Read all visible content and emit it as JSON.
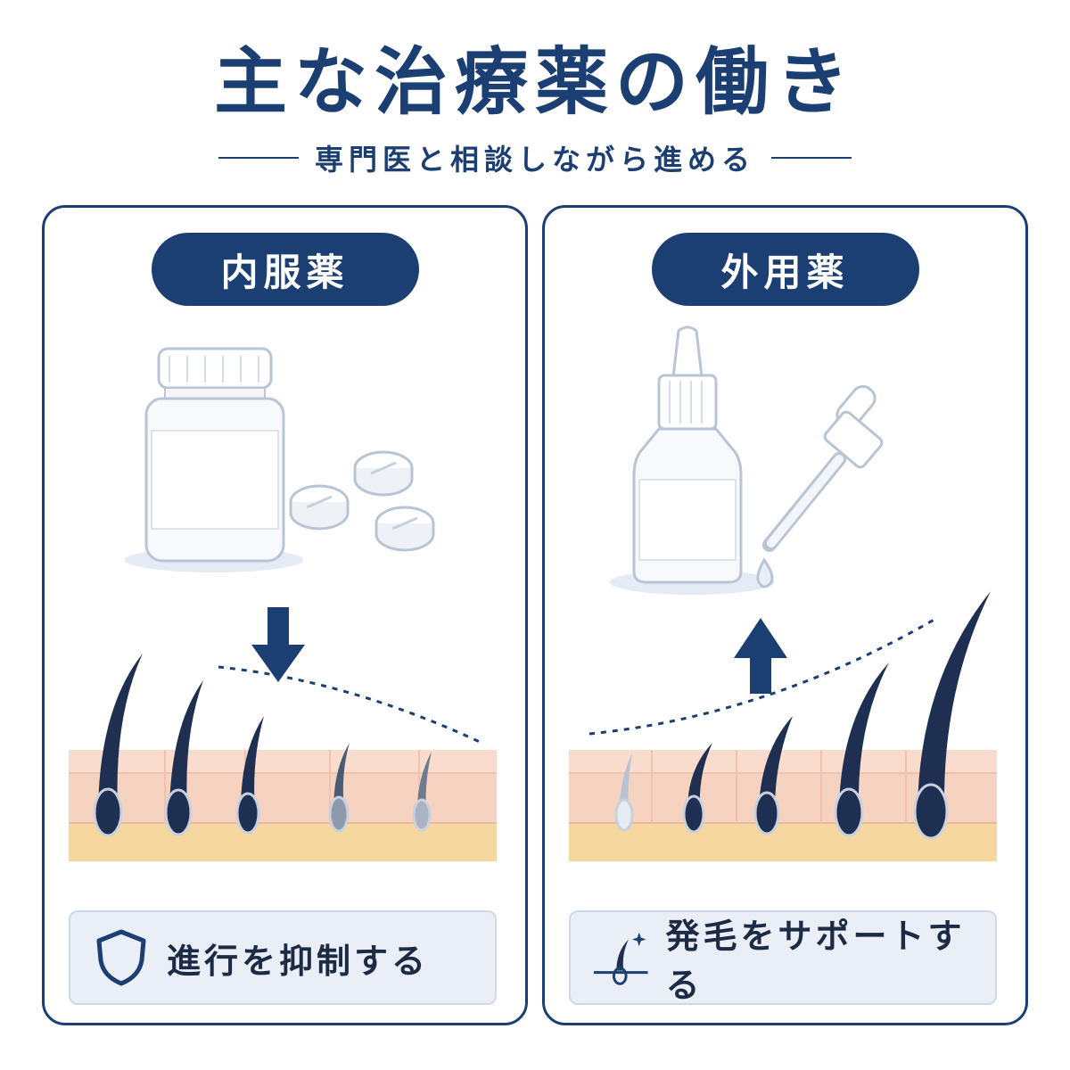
{
  "header": {
    "title": "主な治療薬の働き",
    "subtitle": "専門医と相談しながら進める"
  },
  "left_panel": {
    "label": "内服薬",
    "result_text": "進行を抑制する",
    "result_icon": "shield-icon",
    "illustration": [
      "pill-bottle-icon",
      "tablets-icon",
      "arrow-down-icon",
      "hair-follicles"
    ]
  },
  "right_panel": {
    "label": "外用薬",
    "result_text": "発毛をサポートする",
    "result_icon": "hair-growth-icon",
    "illustration": [
      "dropper-bottle-icon",
      "dropper-icon",
      "arrow-up-icon",
      "hair-follicles"
    ]
  },
  "colors": {
    "navy": "#1c3f73",
    "skin": "#f6d2c0",
    "fat": "#f6d79f",
    "box": "#e9eef7"
  }
}
